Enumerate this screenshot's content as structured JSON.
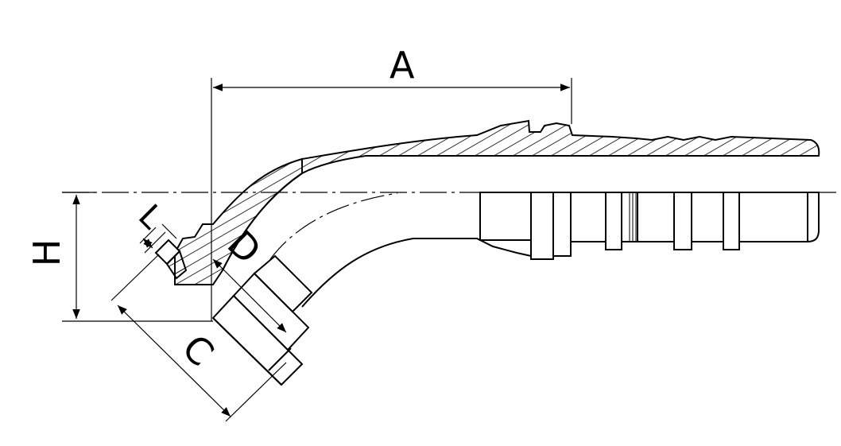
{
  "drawing": {
    "labels": {
      "A": "A",
      "H": "H",
      "L": "L",
      "D": "D",
      "C": "C"
    },
    "colors": {
      "line": "#000000",
      "fill": "#ffffff"
    }
  }
}
